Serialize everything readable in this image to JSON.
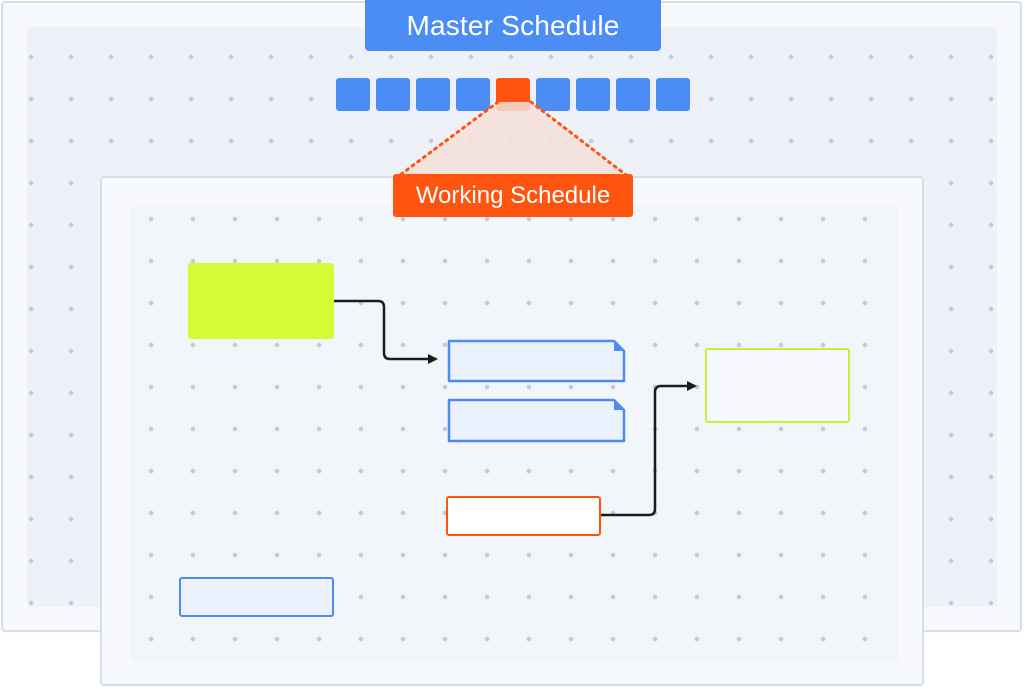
{
  "master": {
    "title": "Master Schedule",
    "block_count": 9,
    "active_block_index": 4
  },
  "working": {
    "title": "Working Schedule"
  },
  "colors": {
    "blue": "#4b8cf5",
    "orange": "#ff5410",
    "lime": "#d4fb35",
    "lime_outline": "#c8ef3a",
    "connector": "#1c1c1c"
  }
}
